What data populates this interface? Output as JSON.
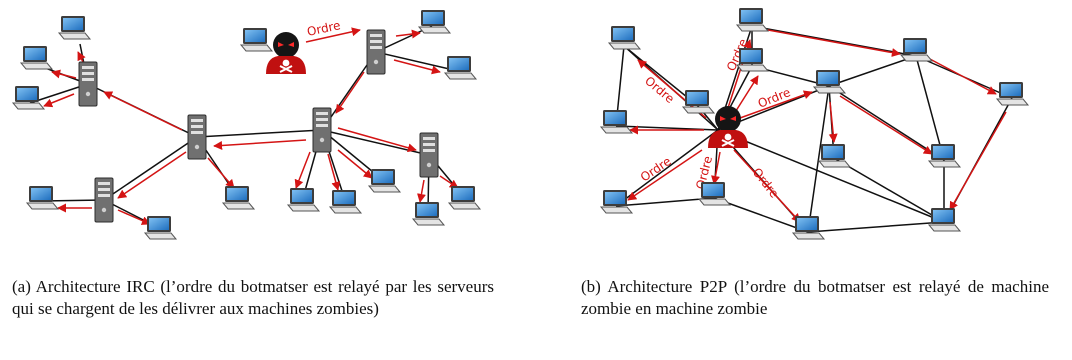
{
  "diagram_a": {
    "order_label": "Ordre"
  },
  "diagram_b": {
    "order_label": "Ordre"
  },
  "captions": {
    "a": "(a) Architecture IRC (l’ordre du botmatser est relayé par les serveurs qui se chargent de les délivrer aux machines zombies)",
    "b": "(b) Architecture P2P (l’ordre du botmatser est relayé de machine zombie en machine zombie"
  },
  "colors": {
    "order_arrow": "#d41414",
    "link": "#111111",
    "screen": "#3a8fd8",
    "server": "#6b6b6b",
    "botmaster": "#c01010"
  },
  "icons": [
    "laptop-icon",
    "server-icon",
    "botmaster-icon"
  ]
}
